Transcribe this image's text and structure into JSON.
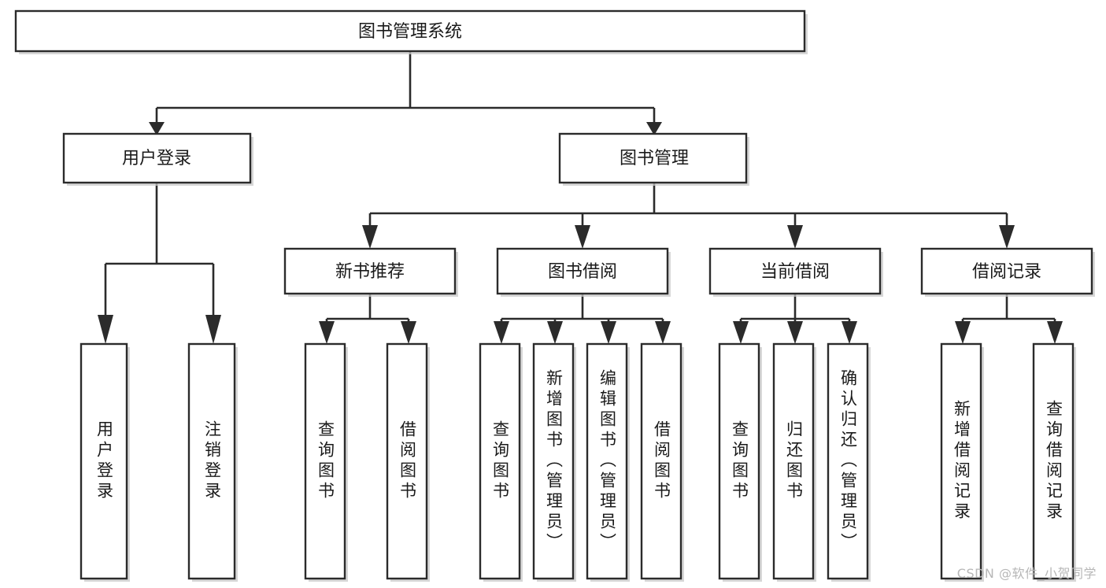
{
  "diagram": {
    "title": "图书管理系统",
    "type": "tree-hierarchy",
    "orientation": "top-down",
    "colors": {
      "box_fill": "#ffffff",
      "box_stroke": "#2b2b2b",
      "text": "#1a1a1a",
      "shadow": "#c9c9c9",
      "watermark": "#b7b7b7",
      "background": "#ffffff"
    }
  },
  "watermark": {
    "text": "CSDN @软件_小贺同学"
  },
  "nodes": {
    "root": {
      "id": "root",
      "label": "图书管理系统",
      "level": 1,
      "orientation": "horizontal"
    },
    "level2": [
      {
        "id": "user-login",
        "label": "用户登录",
        "level": 2,
        "orientation": "horizontal"
      },
      {
        "id": "book-management",
        "label": "图书管理",
        "level": 2,
        "orientation": "horizontal"
      }
    ],
    "level3": [
      {
        "id": "new-book-recommend",
        "label": "新书推荐",
        "level": 3,
        "orientation": "horizontal",
        "parent": "book-management"
      },
      {
        "id": "book-borrow",
        "label": "图书借阅",
        "level": 3,
        "orientation": "horizontal",
        "parent": "book-management"
      },
      {
        "id": "current-borrow",
        "label": "当前借阅",
        "level": 3,
        "orientation": "horizontal",
        "parent": "book-management"
      },
      {
        "id": "borrow-record",
        "label": "借阅记录",
        "level": 3,
        "orientation": "horizontal",
        "parent": "book-management"
      }
    ],
    "leaves": [
      {
        "id": "leaf-user-login",
        "label": "用户登录",
        "parent": "user-login",
        "orientation": "vertical"
      },
      {
        "id": "leaf-logout",
        "label": "注销登录",
        "parent": "user-login",
        "orientation": "vertical"
      },
      {
        "id": "leaf-query-book-1",
        "label": "查询图书",
        "parent": "new-book-recommend",
        "orientation": "vertical"
      },
      {
        "id": "leaf-borrow-book-1",
        "label": "借阅图书",
        "parent": "new-book-recommend",
        "orientation": "vertical"
      },
      {
        "id": "leaf-query-book-2",
        "label": "查询图书",
        "parent": "book-borrow",
        "orientation": "vertical"
      },
      {
        "id": "leaf-add-book",
        "label": "新增图书（管理员）",
        "parent": "book-borrow",
        "orientation": "vertical"
      },
      {
        "id": "leaf-edit-book",
        "label": "编辑图书（管理员）",
        "parent": "book-borrow",
        "orientation": "vertical"
      },
      {
        "id": "leaf-borrow-book-2",
        "label": "借阅图书",
        "parent": "book-borrow",
        "orientation": "vertical"
      },
      {
        "id": "leaf-query-book-3",
        "label": "查询图书",
        "parent": "current-borrow",
        "orientation": "vertical"
      },
      {
        "id": "leaf-return-book",
        "label": "归还图书",
        "parent": "current-borrow",
        "orientation": "vertical"
      },
      {
        "id": "leaf-confirm-return",
        "label": "确认归还（管理员）",
        "parent": "current-borrow",
        "orientation": "vertical"
      },
      {
        "id": "leaf-add-record",
        "label": "新增借阅记录",
        "parent": "borrow-record",
        "orientation": "vertical"
      },
      {
        "id": "leaf-query-record",
        "label": "查询借阅记录",
        "parent": "borrow-record",
        "orientation": "vertical"
      }
    ]
  },
  "edges": [
    {
      "from": "root",
      "to": "user-login"
    },
    {
      "from": "root",
      "to": "book-management"
    },
    {
      "from": "book-management",
      "to": "new-book-recommend"
    },
    {
      "from": "book-management",
      "to": "book-borrow"
    },
    {
      "from": "book-management",
      "to": "current-borrow"
    },
    {
      "from": "book-management",
      "to": "borrow-record"
    },
    {
      "from": "user-login",
      "to": "leaf-user-login"
    },
    {
      "from": "user-login",
      "to": "leaf-logout"
    },
    {
      "from": "new-book-recommend",
      "to": "leaf-query-book-1"
    },
    {
      "from": "new-book-recommend",
      "to": "leaf-borrow-book-1"
    },
    {
      "from": "book-borrow",
      "to": "leaf-query-book-2"
    },
    {
      "from": "book-borrow",
      "to": "leaf-add-book"
    },
    {
      "from": "book-borrow",
      "to": "leaf-edit-book"
    },
    {
      "from": "book-borrow",
      "to": "leaf-borrow-book-2"
    },
    {
      "from": "current-borrow",
      "to": "leaf-query-book-3"
    },
    {
      "from": "current-borrow",
      "to": "leaf-return-book"
    },
    {
      "from": "current-borrow",
      "to": "leaf-confirm-return"
    },
    {
      "from": "borrow-record",
      "to": "leaf-add-record"
    },
    {
      "from": "borrow-record",
      "to": "leaf-query-record"
    }
  ]
}
